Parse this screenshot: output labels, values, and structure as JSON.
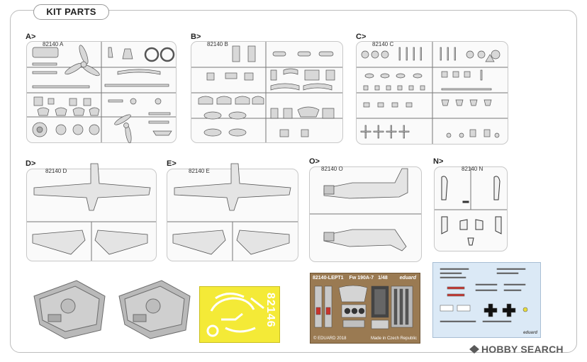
{
  "section": {
    "title": "KIT PARTS"
  },
  "sprues": [
    {
      "letter": "A>",
      "code": "82140 A"
    },
    {
      "letter": "B>",
      "code": "82140 B"
    },
    {
      "letter": "C>",
      "code": "82140 C"
    },
    {
      "letter": "D>",
      "code": "82140 D"
    },
    {
      "letter": "E>",
      "code": "82140 E"
    },
    {
      "letter": "O>",
      "code": "82140 O"
    },
    {
      "letter": "N>",
      "code": "82140 N"
    }
  ],
  "mask_sheet": {
    "code": "82146"
  },
  "photoetch": {
    "header_left": "82140-LEPT1",
    "header_mid": "Fw 190A-7",
    "header_right": "1/48",
    "brand": "eduard",
    "footer_left": "© EDUARD 2018",
    "footer_right": "Made in Czech Republic"
  },
  "decal": {
    "brand": "eduard"
  },
  "watermark": {
    "text": "HOBBY SEARCH"
  },
  "colors": {
    "mask_yellow": "#f4ea37",
    "pe_brown": "#9a7a52",
    "decal_blue": "#dbe9f6"
  }
}
